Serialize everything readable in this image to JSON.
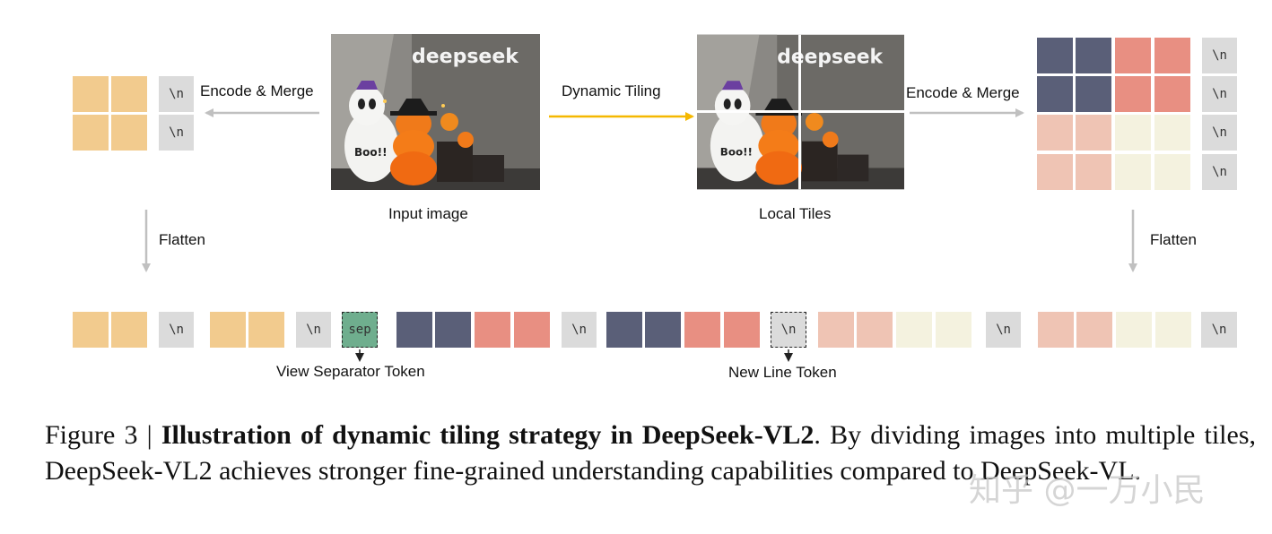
{
  "labels": {
    "encode_merge": "Encode & Merge",
    "dynamic_tiling": "Dynamic Tiling",
    "input_image": "Input image",
    "local_tiles": "Local Tiles",
    "flatten": "Flatten",
    "view_separator": "View Separator Token",
    "new_line": "New Line Token"
  },
  "tokens": {
    "newline": "\\n",
    "sep": "sep"
  },
  "photo": {
    "brand_text": "deepseek",
    "boo_text": "Boo!!"
  },
  "caption": {
    "prefix": "Figure 3 | ",
    "bold": "Illustration of dynamic tiling strategy in DeepSeek-VL2",
    "rest": ". By dividing images into multiple tiles, DeepSeek-VL2 achieves stronger fine-grained understanding capabilities compared to DeepSeek-VL."
  },
  "watermark": "知乎 @一万小民",
  "colors": {
    "yellow_token": "#f2cb8e",
    "dark_token": "#5a5f78",
    "salmon_token": "#e88f82",
    "pink_token": "#efc4b4",
    "cream_token": "#f4f2df",
    "newline_token": "#dbdbdb",
    "sep_token": "#6fae8e",
    "tiling_arrow": "#f5b800",
    "gray_arrow": "#c0c0c0"
  }
}
